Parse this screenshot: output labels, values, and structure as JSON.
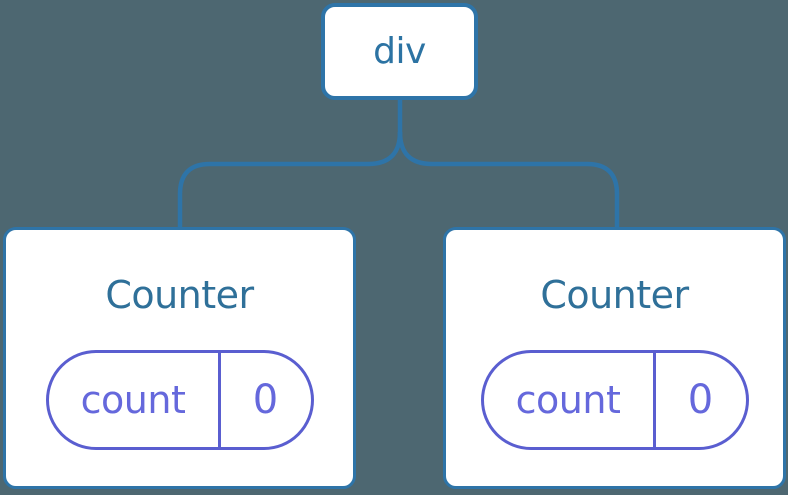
{
  "diagram": {
    "background_color": "#4D6771",
    "node_border_color": "#2E74A8",
    "node_text_color": "#2F7099",
    "card_background": "#FFFFFF",
    "connector_color": "#2E74A8",
    "state_accent_color": "#5A5ED0",
    "state_text_color": "#6568DC",
    "root": {
      "label": "div"
    },
    "children": [
      {
        "title": "Counter",
        "state": {
          "key": "count",
          "value": "0"
        }
      },
      {
        "title": "Counter",
        "state": {
          "key": "count",
          "value": "0"
        }
      }
    ]
  }
}
